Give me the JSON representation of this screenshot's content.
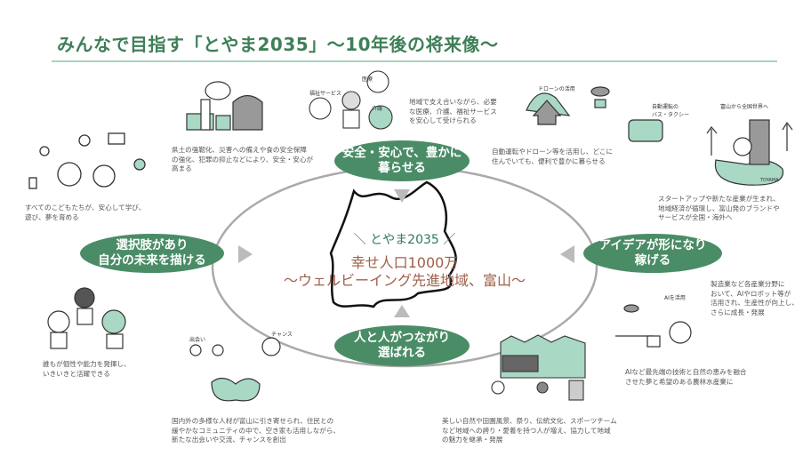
{
  "title": "みんなで目指す「とやま2035」～10年後の将来像～",
  "center": {
    "tag": "＼ とやま2035 ／",
    "headline": "幸せ人口1000万",
    "subline": "～ウェルビーイング先進地域、富山～"
  },
  "pillars": {
    "top": "安全・安心で、豊かに\n暮らせる",
    "left": "選択肢があり\n自分の未来を描ける",
    "right": "アイデアが形になり\n稼げる",
    "bottom": "人と人がつながり\n選ばれる"
  },
  "captions": {
    "children": "すべてのこどもたちが、安心して学び、\n遊び、夢を育める",
    "disaster": "県土の強靭化、災害への備えや食の安全保障\nの強化、犯罪の抑止などにより、安全・安心が\n高まる",
    "welfare": "地域で支え合いながら、必要\nな医療、介護、福祉サービス\nを安心して受けられる",
    "mobility": "自動運転やドローン等を活用し、どこに\n住んでいても、便利で豊かに暮らせる",
    "startup": "スタートアップや新たな産業が生まれ、\n地域経済が循環し、富山発のブランドや\nサービスが全国・海外へ",
    "individual": "誰もが個性や能力を発揮し、\nいきいきと活躍できる",
    "people": "国内外の多様な人材が富山に引き寄せられ、住民との\n緩やかなコミュニティの中で、空き家も活用しながら、\n新たな出会いや交流、チャンスを創出",
    "nature": "美しい自然や田園風景、祭り、伝統文化、スポーツチーム\nなど地域への誇り・愛着を持つ人が増え、協力して地域\nの魅力を継承・発展",
    "agri": "AIなど最先端の技術と自然の恵みを融合\nさせた夢と希望のある農林水産業に",
    "industry": "製造業など各産業分野に\nおいて、AIやロボット等が\n活用され、生産性が向上し、\nさらに成長・発展"
  },
  "hand_labels": {
    "medical": "医療",
    "welfare": "福祉サービス",
    "care": "介護",
    "drone": "ドローンの活用",
    "bus": "自動運転の\nバス・タクシー",
    "world": "富山から全国世界へ",
    "toyama": "TOYAMA",
    "ai": "AIを活用",
    "meet": "出会い",
    "chance": "チャンス"
  },
  "colors": {
    "green": "#4a8c66",
    "title": "#3f7f58",
    "brown": "#a0604a",
    "teal": "#2e7a5a",
    "mint": "#a9d8c4"
  }
}
